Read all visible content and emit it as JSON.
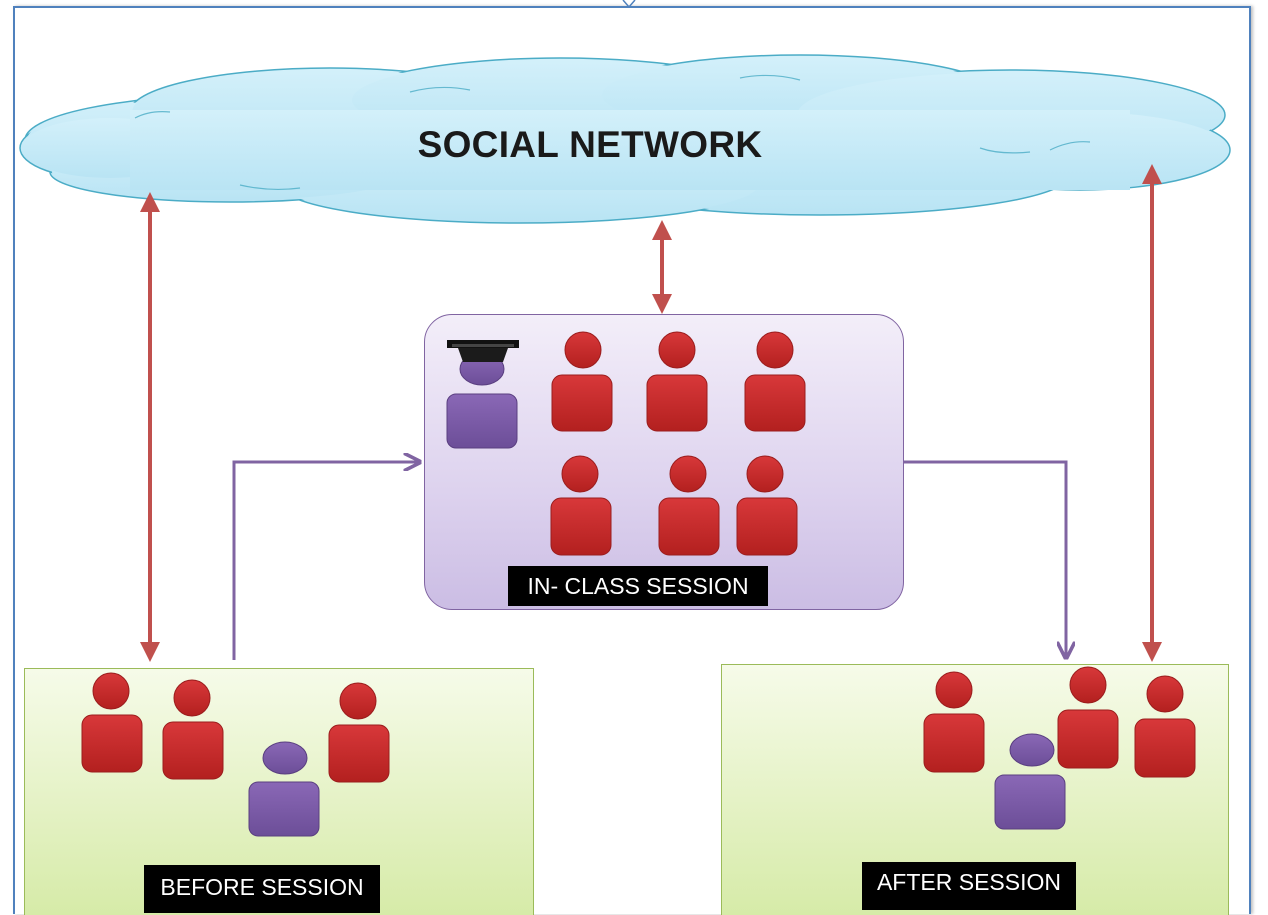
{
  "diagram": {
    "cloud": {
      "title": "SOCIAL NETWORK",
      "fill": "#c5eaf7",
      "stroke": "#4bacc6"
    },
    "sessions": {
      "in_class": {
        "label": "IN- CLASS SESSION"
      },
      "before": {
        "label": "BEFORE SESSION"
      },
      "after": {
        "label": "AFTER SESSION"
      }
    },
    "colors": {
      "student": "#c0282a",
      "teacher": "#7a5aa6",
      "network_arrow": "#c0504d",
      "flow_arrow": "#8064a2",
      "label_bg": "#000000",
      "label_text": "#ffffff"
    },
    "icons": {
      "student": "person-red-icon",
      "teacher": "person-purple-icon",
      "graduation_cap": "graduation-cap-icon"
    }
  }
}
